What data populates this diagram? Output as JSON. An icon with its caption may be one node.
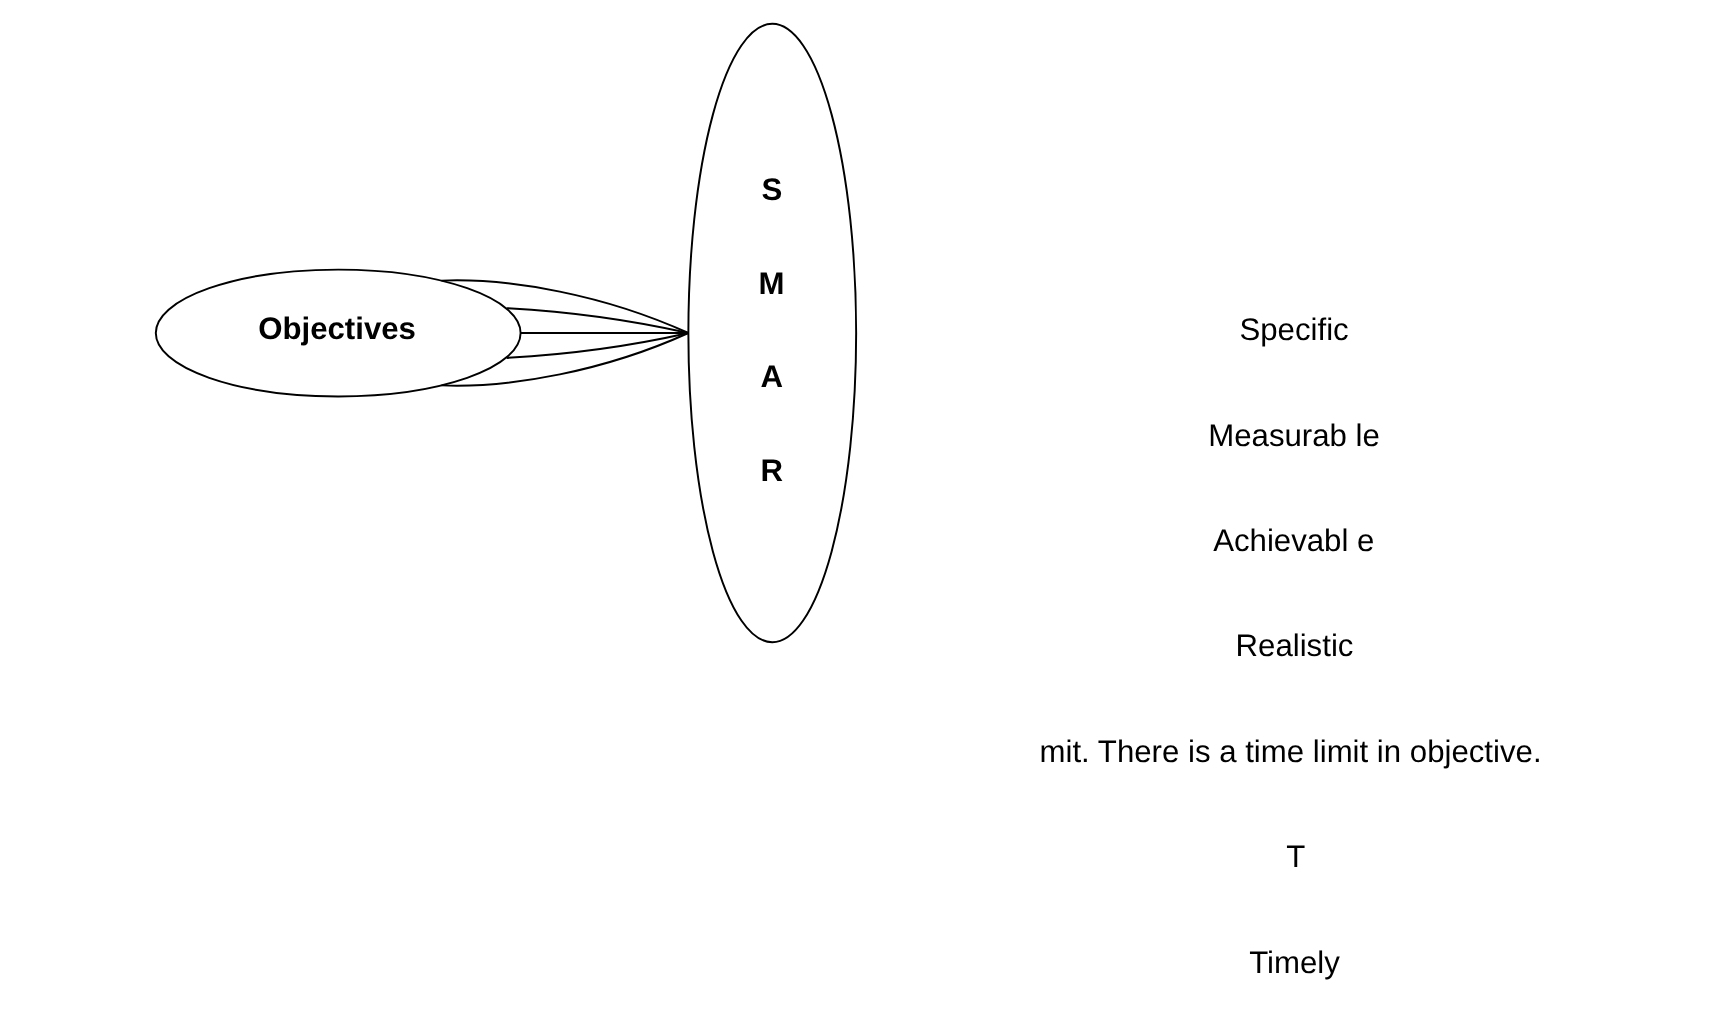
{
  "diagram": {
    "nodes": [
      {
        "text": [
          "Objectives"
        ]
      },
      {
        "text": [
          "S",
          "M",
          "A",
          "R"
        ]
      }
    ],
    "edges": [
      {
        "from": 0,
        "to": 1,
        "arrow": "none"
      },
      {
        "from": 0,
        "to": 1,
        "arrow": "none"
      },
      {
        "from": 0,
        "to": 1,
        "arrow": "none"
      },
      {
        "from": 0,
        "to": 1,
        "arrow": "none"
      },
      {
        "from": 0,
        "to": 1,
        "arrow": "none"
      }
    ],
    "labels": [
      "Specific",
      "Measurab le",
      "Achievabl e",
      "Realistic",
      "mit. There is a time limit in objective.",
      "T",
      "Timely"
    ]
  }
}
